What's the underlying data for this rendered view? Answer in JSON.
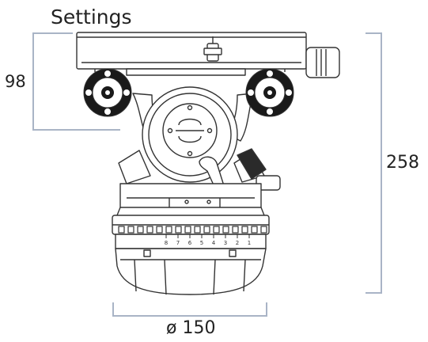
{
  "title": "Settings",
  "dimensions": {
    "height_plate": "98",
    "height_total": "258",
    "diameter": "ø 150"
  },
  "colors": {
    "outline": "#333333",
    "dimension_line": "#a9b4c6",
    "knob_fill": "#1a1a1a",
    "text": "#222222"
  },
  "scale_markings": [
    "8",
    "7",
    "6",
    "5",
    "4",
    "3",
    "2",
    "1"
  ]
}
